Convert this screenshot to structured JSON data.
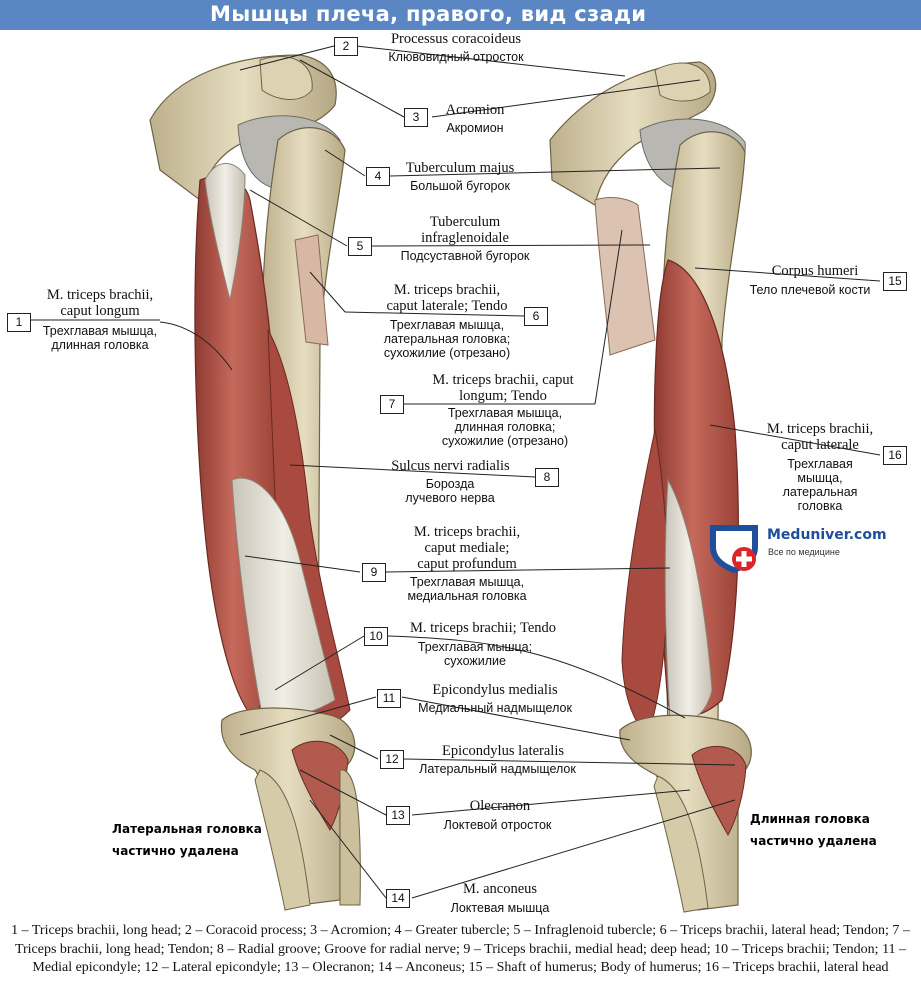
{
  "title": "Мышцы плеча, правого, вид сзади",
  "labels": [
    {
      "num": "1",
      "lat": "M. triceps brachii,\ncaput longum",
      "rus": "Трехглавая мышца,\nдлинная головка"
    },
    {
      "num": "2",
      "lat": "Processus coracoideus",
      "rus": "Клювовидный отросток"
    },
    {
      "num": "3",
      "lat": "Acromion",
      "rus": "Акромион"
    },
    {
      "num": "4",
      "lat": "Tuberculum majus",
      "rus": "Большой бугорок"
    },
    {
      "num": "5",
      "lat": "Tuberculum\ninfraglenoidale",
      "rus": "Подсуставной бугорок"
    },
    {
      "num": "6",
      "lat": "M. triceps brachii,\ncaput laterale; Tendo",
      "rus": "Трехглавая мышца,\nлатеральная головка;\nсухожилие (отрезано)"
    },
    {
      "num": "7",
      "lat": "M. triceps brachii, caput\nlongum; Tendo",
      "rus": "Трехглавая мышца,\nдлинная головка;\nсухожилие (отрезано)"
    },
    {
      "num": "8",
      "lat": "Sulcus nervi radialis",
      "rus": "Борозда\nлучевого нерва"
    },
    {
      "num": "9",
      "lat": "M. triceps brachii,\ncaput mediale;\ncaput profundum",
      "rus": "Трехглавая мышца,\nмедиальная головка"
    },
    {
      "num": "10",
      "lat": "M. triceps brachii; Tendo",
      "rus": "Трехглавая мышца;\nсухожилие"
    },
    {
      "num": "11",
      "lat": "Epicondylus medialis",
      "rus": "Медиальный надмыщелок"
    },
    {
      "num": "12",
      "lat": "Epicondylus lateralis",
      "rus": "Латеральный надмыщелок"
    },
    {
      "num": "13",
      "lat": "Olecranon",
      "rus": "Локтевой отросток"
    },
    {
      "num": "14",
      "lat": "M. anconeus",
      "rus": "Локтевая мышца"
    },
    {
      "num": "15",
      "lat": "Corpus humeri",
      "rus": "Тело плечевой кости"
    },
    {
      "num": "16",
      "lat": "M. triceps brachii,\ncaput laterale",
      "rus": "Трехглавая\nмышца,\nлатеральная\nголовка"
    }
  ],
  "side_notes": {
    "left": "Латеральная головка\nчастично удалена",
    "right": "Длинная головка\nчастично удалена"
  },
  "watermark": {
    "name": "Meduniver.com",
    "tagline": "Все по медицине"
  },
  "caption": "1 – Triceps brachii, long head; 2 – Coracoid process; 3 – Acromion; 4 – Greater tubercle; 5 – Infraglenoid tubercle; 6 – Triceps brachii, lateral head; Tendon; 7 – Triceps brachii, long head; Tendon; 8 – Radial groove; Groove for radial nerve; 9 – Triceps brachii, medial head; deep head; 10 – Triceps brachii; Tendon; 11 – Medial epicondyle; 12 – Lateral epicondyle; 13 – Olecranon; 14 – Anconeus; 15 – Shaft of humerus; Body of humerus; 16 – Triceps brachii, lateral head",
  "colors": {
    "title_bar": "#5b86c4",
    "muscle": "#b5574b",
    "bone": "#d9cfae",
    "tendon": "#e6e1d6",
    "logo_blue": "#1f4f9a",
    "logo_red": "#d8262b"
  }
}
